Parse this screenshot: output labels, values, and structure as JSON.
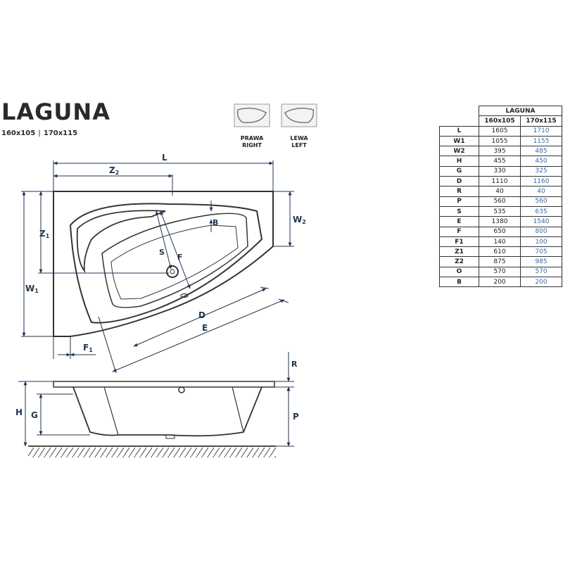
{
  "title": "LAGUNA",
  "sizes": [
    "160x105",
    "170x115"
  ],
  "orientation": [
    {
      "line1": "PRAWA",
      "line2": "RIGHT"
    },
    {
      "line1": "LEWA",
      "line2": "LEFT"
    }
  ],
  "dimension_labels": {
    "L": "L",
    "Z2": "Z",
    "Z2_sub": "2",
    "Z1": "Z",
    "Z1_sub": "1",
    "W1": "W",
    "W1_sub": "1",
    "W2": "W",
    "W2_sub": "2",
    "B": "B",
    "S": "S",
    "F": "F",
    "D": "D",
    "E": "E",
    "F1": "F",
    "F1_sub": "1",
    "R": "R",
    "H": "H",
    "G": "G",
    "P": "P"
  },
  "table": {
    "header": "LAGUNA",
    "columns": [
      "160x105",
      "170x115"
    ],
    "rows": [
      {
        "label": "L",
        "v1": "1605",
        "v2": "1710"
      },
      {
        "label": "W1",
        "v1": "1055",
        "v2": "1155"
      },
      {
        "label": "W2",
        "v1": "395",
        "v2": "485"
      },
      {
        "label": "H",
        "v1": "455",
        "v2": "450"
      },
      {
        "label": "G",
        "v1": "330",
        "v2": "325"
      },
      {
        "label": "D",
        "v1": "1110",
        "v2": "1160"
      },
      {
        "label": "R",
        "v1": "40",
        "v2": "40"
      },
      {
        "label": "P",
        "v1": "560",
        "v2": "560"
      },
      {
        "label": "S",
        "v1": "535",
        "v2": "635"
      },
      {
        "label": "E",
        "v1": "1380",
        "v2": "1540"
      },
      {
        "label": "F",
        "v1": "650",
        "v2": "800"
      },
      {
        "label": "F1",
        "v1": "140",
        "v2": "100"
      },
      {
        "label": "Z1",
        "v1": "610",
        "v2": "705"
      },
      {
        "label": "Z2",
        "v1": "875",
        "v2": "985"
      },
      {
        "label": "O",
        "v1": "570",
        "v2": "570"
      },
      {
        "label": "B",
        "v1": "200",
        "v2": "200"
      }
    ]
  },
  "colors": {
    "dimension": "#1f3550",
    "outline": "#333333",
    "value_alt": "#2e6db4"
  }
}
